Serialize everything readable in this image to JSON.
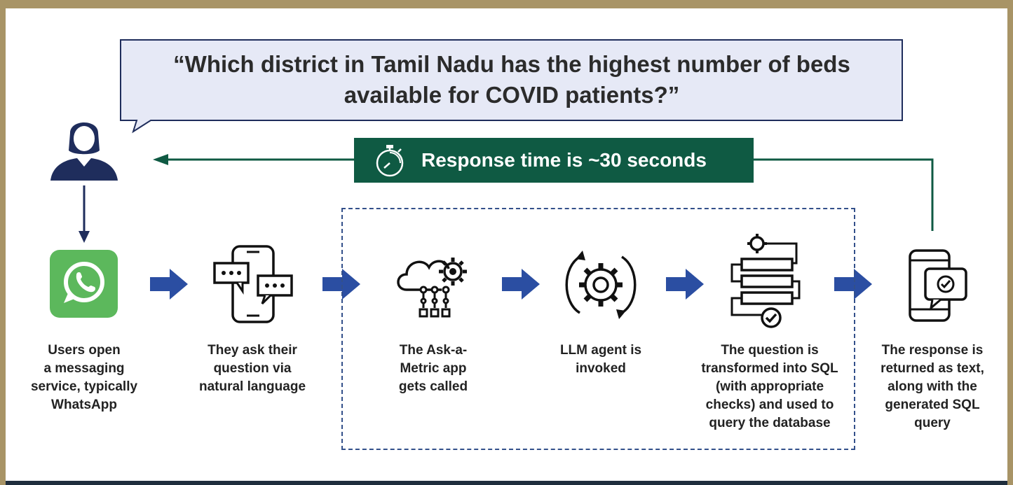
{
  "question": {
    "line1": "“Which district in Tamil Nadu has the highest number of beds",
    "line2": "available for COVID patients?”"
  },
  "response_banner": {
    "text": "Response time is ~30 seconds",
    "icon": "stopwatch-icon"
  },
  "steps": [
    {
      "icon": "whatsapp-icon",
      "lines": [
        "Users open",
        "a messaging",
        "service, typically",
        "WhatsApp"
      ]
    },
    {
      "icon": "phone-chat-icon",
      "lines": [
        "They ask their",
        "question via",
        "natural language"
      ]
    },
    {
      "icon": "cloud-gear-icon",
      "lines": [
        "The Ask-a-",
        "Metric app",
        "gets called"
      ]
    },
    {
      "icon": "gear-cycle-icon",
      "lines": [
        "LLM agent is",
        "invoked"
      ]
    },
    {
      "icon": "database-check-icon",
      "lines": [
        "The question is",
        "transformed into SQL",
        "(with appropriate",
        "checks) and used to",
        "query the database"
      ]
    },
    {
      "icon": "phone-check-icon",
      "lines": [
        "The response is",
        "returned as text,",
        "along with the",
        "generated SQL",
        "query"
      ]
    }
  ],
  "colors": {
    "frame": "#a89466",
    "navy": "#1f2d5c",
    "arrow_blue": "#2b4ea2",
    "green_banner": "#0f5a43",
    "bubble_fill": "#e6e9f6",
    "whatsapp_green": "#5cb85c",
    "dashed_border": "#33508a"
  }
}
